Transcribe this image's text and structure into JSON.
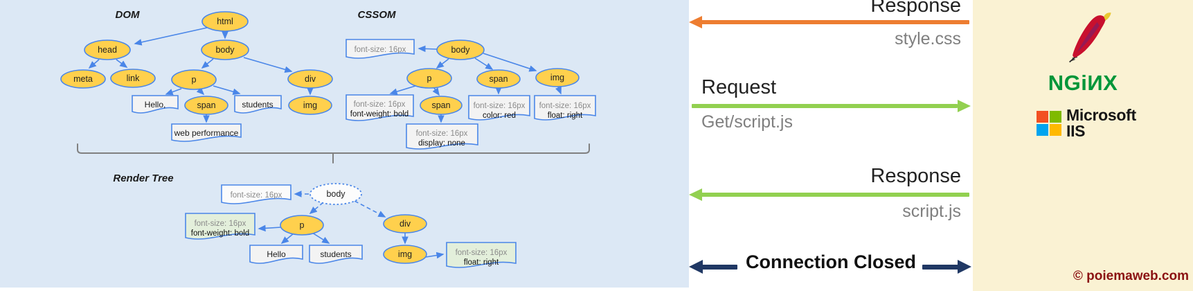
{
  "diagram": {
    "dom": {
      "title": "DOM",
      "nodes": {
        "html": "html",
        "head": "head",
        "body": "body",
        "meta": "meta",
        "link": "link",
        "p": "p",
        "span": "span",
        "div": "div",
        "img": "img"
      },
      "leaves": {
        "hello": "Hello,",
        "students": "students",
        "web_performance": "web performance"
      }
    },
    "cssom": {
      "title": "CSSOM",
      "nodes": {
        "body": "body",
        "p": "p",
        "span_p": "span",
        "span_body": "span",
        "img": "img"
      },
      "notes": {
        "body": {
          "line1": "font-size: 16px"
        },
        "p": {
          "line1": "font-size: 16px",
          "line2": "font-weight: bold"
        },
        "span_p": {
          "line1": "font-size: 16px",
          "line2": "display: none"
        },
        "span_body": {
          "line1": "font-size: 16px",
          "line2": "color: red"
        },
        "img": {
          "line1": "font-size: 16px",
          "line2": "float: right"
        }
      }
    },
    "render_tree": {
      "title": "Render Tree",
      "nodes": {
        "body": "body",
        "p": "p",
        "div": "div",
        "img": "img"
      },
      "leaves": {
        "hello": "Hello",
        "students": "students"
      },
      "notes": {
        "body": {
          "line1": "font-size: 16px"
        },
        "p": {
          "line1": "font-size: 16px",
          "line2": "font-weight: bold"
        },
        "img": {
          "line1": "font-size: 16px",
          "line2": "float: right"
        }
      }
    }
  },
  "network": {
    "rows": [
      {
        "label": "Response",
        "file": "style.css",
        "direction": "left",
        "arrow_color": "#ed7d31"
      },
      {
        "label": "Request",
        "file": "Get/script.js",
        "direction": "right",
        "arrow_color": "#92d050"
      },
      {
        "label": "Response",
        "file": "script.js",
        "direction": "left",
        "arrow_color": "#92d050"
      }
    ],
    "connection_closed_label": "Connection Closed",
    "connection_arrow_color": "#203864"
  },
  "servers": {
    "apache_icon": "apache-feather",
    "nginx_logo_text": "NGiИX",
    "microsoft_label": "Microsoft",
    "iis_label": "IIS"
  },
  "footer": {
    "copyright_text": "© poiemaweb.com"
  },
  "colors": {
    "panel_left_bg": "#dce8f5",
    "panel_mid_bg": "#ffffff",
    "panel_right_bg": "#faf2d3",
    "node_fill": "#ffd04d",
    "node_stroke": "#4a86e8",
    "doc_fill": "#f3f3f3",
    "doc_green_fill": "#e3efdb",
    "brace": "#808080",
    "nginx_green": "#009639",
    "microsoft_squares": [
      "#f25022",
      "#7fba00",
      "#00a4ef",
      "#ffb900"
    ],
    "copyright": "#8b1212"
  }
}
